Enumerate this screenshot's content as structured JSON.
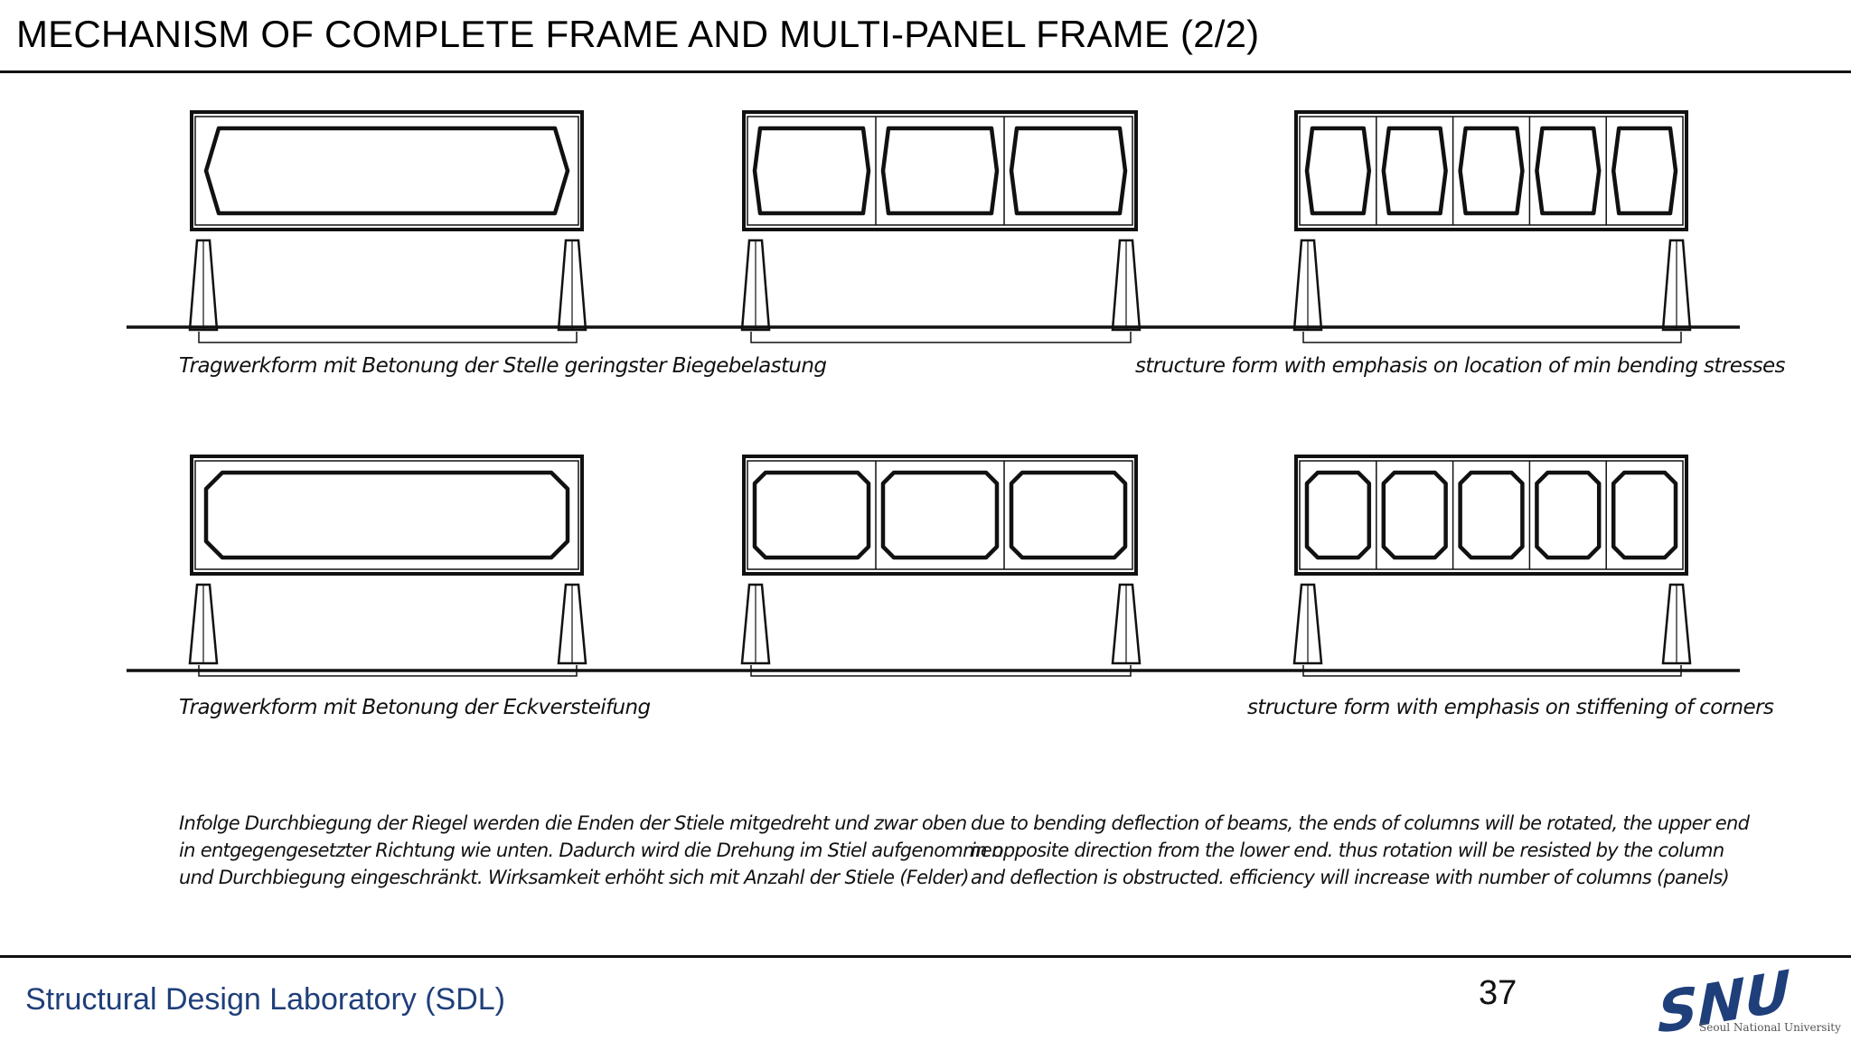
{
  "title": "MECHANISM OF COMPLETE FRAME AND MULTI-PANEL FRAME (2/2)",
  "row1": {
    "caption_de": "Tragwerkform mit Betonung der Stelle geringster Biegebelastung",
    "caption_en": "structure form with emphasis on location of min bending stresses"
  },
  "row2": {
    "caption_de": "Tragwerkform mit Betonung der Eckversteifung",
    "caption_en": "structure form with emphasis on stiffening of corners"
  },
  "text_de": [
    "Infolge Durchbiegung der Riegel werden die Enden der Stiele mitgedreht und zwar oben",
    "in entgegengesetzter Richtung wie unten. Dadurch wird die Drehung im Stiel aufgenommen",
    "und Durchbiegung eingeschränkt. Wirksamkeit erhöht sich mit Anzahl der Stiele (Felder)"
  ],
  "text_en": [
    "due to bending deflection of beams, the ends of columns will be rotated, the upper end",
    "in opposite direction from the lower end.   thus rotation will be resisted by the column",
    "and deflection is obstructed.   efficiency will increase with number of columns (panels)"
  ],
  "footer": {
    "lab": "Structural Design Laboratory (SDL)",
    "page": "37",
    "logo_text": "SNU",
    "university": "Seoul National University"
  },
  "frames": {
    "panels_per_frame": [
      1,
      3,
      5
    ],
    "row1_opening_shape": "hexagon",
    "row2_opening_shape": "chamfered-rectangle"
  },
  "colors": {
    "ink": "#111111",
    "footer_text": "#1f3f7a",
    "logo": "#1f3f7a"
  }
}
